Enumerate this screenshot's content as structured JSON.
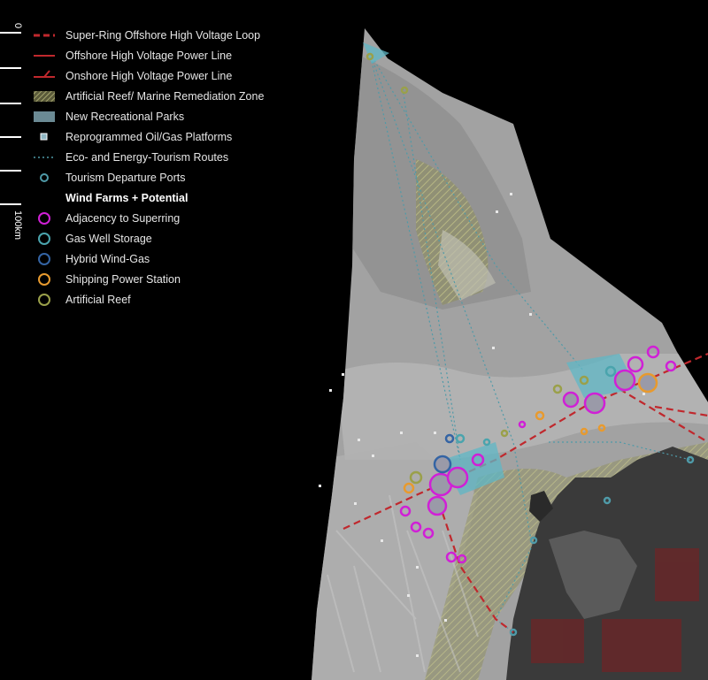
{
  "scale": {
    "zero_label": "0",
    "max_label": "100km"
  },
  "legend": [
    {
      "id": "superring",
      "label": "Super-Ring Offshore High Voltage Loop",
      "symbol": "dashed-line",
      "color": "#c0282d"
    },
    {
      "id": "offshore-hv",
      "label": "Offshore High Voltage Power Line",
      "symbol": "solid-line",
      "color": "#c0282d"
    },
    {
      "id": "onshore-hv",
      "label": "Onshore High Voltage Power Line",
      "symbol": "branch-line",
      "color": "#c0282d"
    },
    {
      "id": "reef-zone",
      "label": "Artificial Reef/ Marine Remediation Zone",
      "symbol": "hatch",
      "color": "#8f8f55"
    },
    {
      "id": "parks",
      "label": "New Recreational Parks",
      "symbol": "block",
      "color": "#6b8a94"
    },
    {
      "id": "platforms",
      "label": "Reprogrammed Oil/Gas Platforms",
      "symbol": "square",
      "color": "#8fb6c2"
    },
    {
      "id": "routes",
      "label": "Eco- and Energy-Tourism Routes",
      "symbol": "dotted-line",
      "color": "#4f9aa8"
    },
    {
      "id": "ports",
      "label": "Tourism Departure Ports",
      "symbol": "ring",
      "color": "#4f9aa8"
    },
    {
      "id": "wind-heading",
      "label": "Wind Farms + Potential",
      "symbol": "none",
      "heading": true
    },
    {
      "id": "adj-superring",
      "label": "Adjacency to Superring",
      "symbol": "ring",
      "color": "#d020d6"
    },
    {
      "id": "gas-storage",
      "label": "Gas Well Storage",
      "symbol": "ring",
      "color": "#4aa4ad"
    },
    {
      "id": "hybrid",
      "label": "Hybrid Wind-Gas",
      "symbol": "ring",
      "color": "#3464a4"
    },
    {
      "id": "shipping",
      "label": "Shipping Power Station",
      "symbol": "ring",
      "color": "#e89a2e"
    },
    {
      "id": "reef",
      "label": "Artificial Reef",
      "symbol": "ring",
      "color": "#9aa04a"
    }
  ],
  "colors": {
    "background": "#000000",
    "sea": "#9a9a9a",
    "sea_light": "#b8b8b8",
    "land": "#4a4a4a",
    "land_dark": "#2e2e2e"
  }
}
